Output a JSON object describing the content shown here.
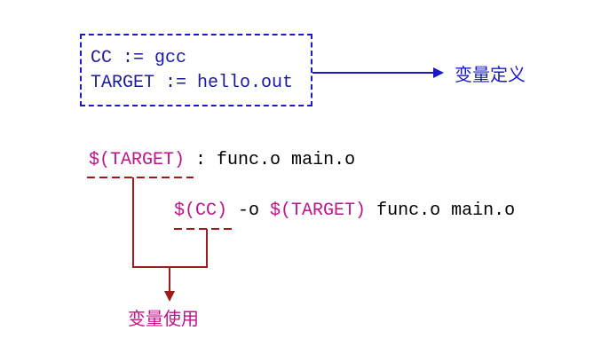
{
  "definition_block": {
    "line1": "CC := gcc",
    "line2": "TARGET := hello.out",
    "label": "变量定义"
  },
  "rule": {
    "target_var": "$(TARGET)",
    "separator": " : ",
    "prerequisites": "func.o main.o"
  },
  "command": {
    "cc_var": "$(CC)",
    "flag": " -o ",
    "target_var": "$(TARGET)",
    "args": " func.o main.o"
  },
  "usage_label": "变量使用",
  "colors": {
    "definition": "#1a1acc",
    "usage": "#c0128a",
    "connector": "#a01a1a"
  }
}
